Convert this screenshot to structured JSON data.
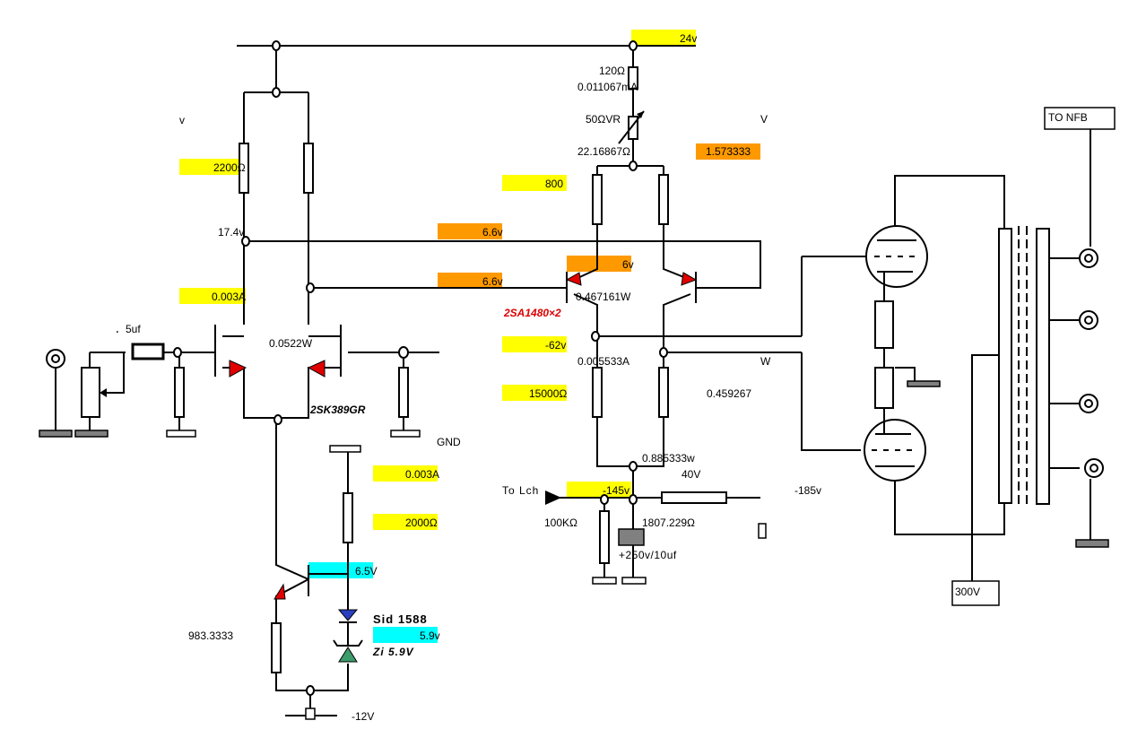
{
  "colors": {
    "yellow": "#ffff00",
    "orange": "#ff9900",
    "cyan": "#00ffff",
    "red_label": "#dd0000",
    "green_diode": "#3c9c6c",
    "blue_diode": "#2b3fbf"
  },
  "supply_24v": "24v",
  "left_stage": {
    "v_top": "v",
    "r_2200": "2200Ω",
    "v_17_4": "17.4v",
    "i_0_003": "0.003A",
    "input_cap": "．5uf",
    "power_0_0522": "0.0522W",
    "fet_name": "2SK389GR",
    "gnd": "GND"
  },
  "current_source": {
    "i_0_003": "0.003A",
    "r_2000": "2000Ω",
    "v_6_5": "6.5V",
    "sid": "Sid 1588",
    "v_5_9": "5.9v",
    "zener": "Zi 5.9V",
    "r_983": "983.3333",
    "v_neg12": "-12V"
  },
  "driver_stage": {
    "r_120": "120Ω",
    "i_top": "0.011067mA",
    "vr_50": "50ΩVR",
    "vr_val": "22.16867Ω",
    "v_right": "V",
    "v_1_573": "1.573333",
    "r_800": "800",
    "v_6_6_a": "6.6v",
    "v_6_6_b": "6.6v",
    "v_6": "6v",
    "power_0_467": "0.467161W",
    "bjt_name": "2SA1480×2",
    "v_neg62": "-62v",
    "i_0_0055": "0.005533A",
    "r_15000": "15000Ω",
    "w_label": "W",
    "w_0_459": "0.459267",
    "w_0_885": "0.885333w",
    "v_40": "40V",
    "to_lch": "To Lch",
    "v_neg145": "-145v",
    "v_neg185": "-185v",
    "r_100k": "100KΩ",
    "r_1807": "1807.229Ω",
    "cap": "+250v/10uf"
  },
  "output_stage": {
    "to_nfb": "TO NFB",
    "b_plus": "300V"
  }
}
